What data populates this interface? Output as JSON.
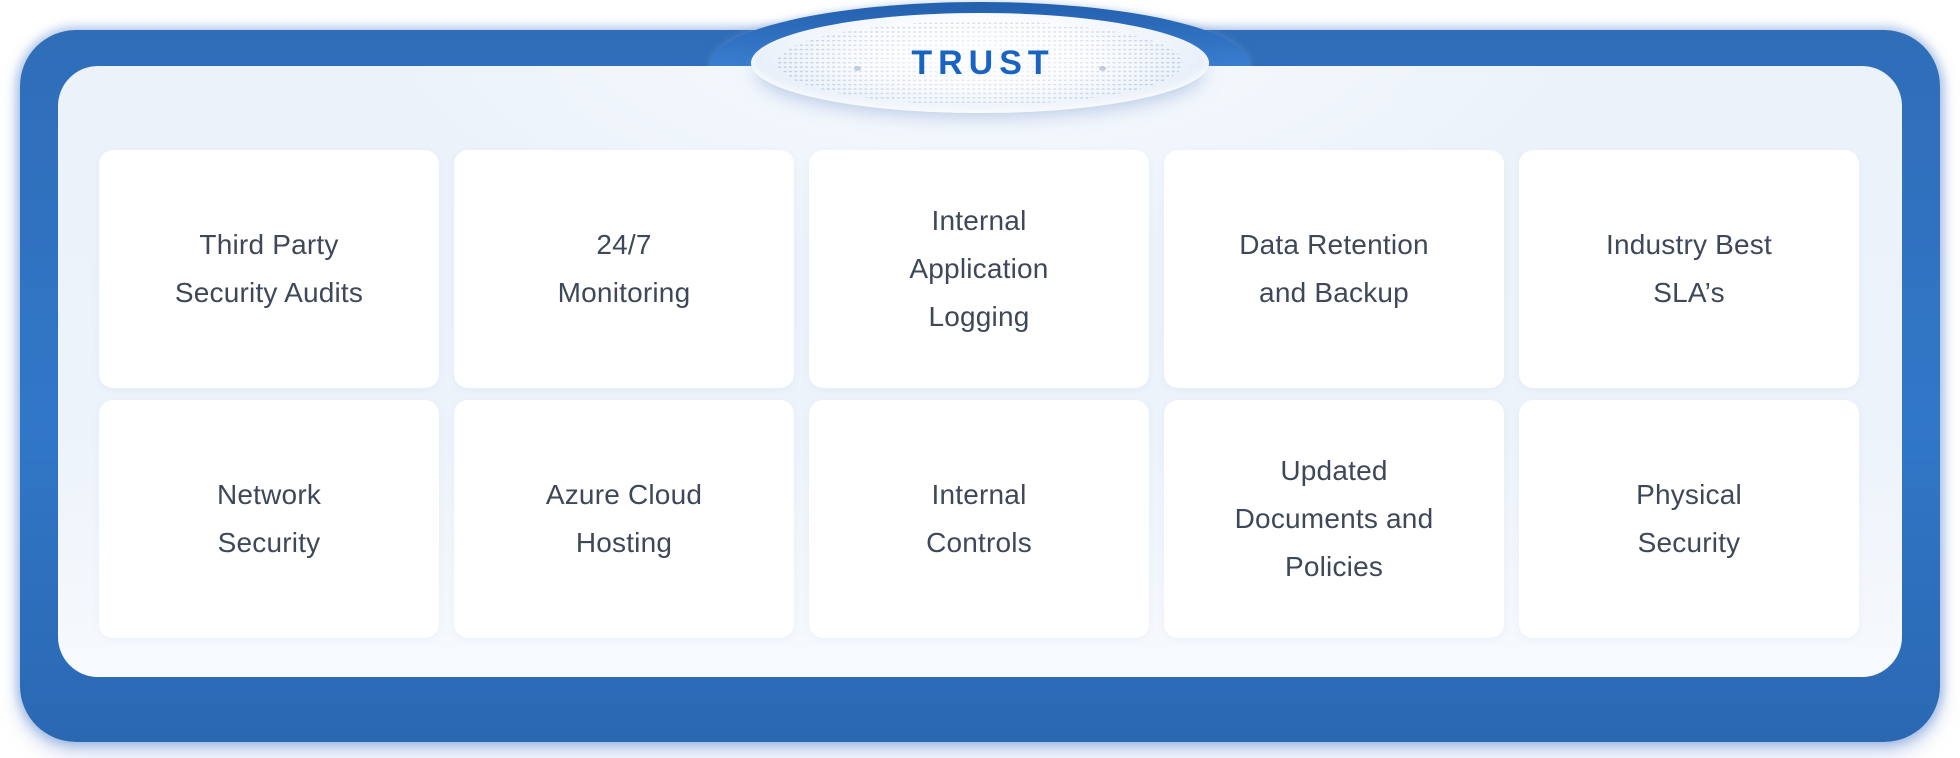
{
  "badge": {
    "label": "TRUST"
  },
  "colors": {
    "frame_blue": "#2f74c6",
    "arch_blue": "#3c80d2",
    "trust_text_blue": "#1a64c1",
    "panel_bg": "#edf3fb",
    "card_bg": "#ffffff",
    "card_text": "#3e4859"
  },
  "cards": [
    {
      "label": "Third Party\nSecurity Audits"
    },
    {
      "label": "24/7\nMonitoring"
    },
    {
      "label": "Internal\nApplication\nLogging"
    },
    {
      "label": "Data Retention\nand Backup"
    },
    {
      "label": "Industry Best\nSLA’s"
    },
    {
      "label": "Network\nSecurity"
    },
    {
      "label": "Azure Cloud\nHosting"
    },
    {
      "label": "Internal\nControls"
    },
    {
      "label": "Updated\nDocuments and\nPolicies"
    },
    {
      "label": "Physical\nSecurity"
    }
  ]
}
